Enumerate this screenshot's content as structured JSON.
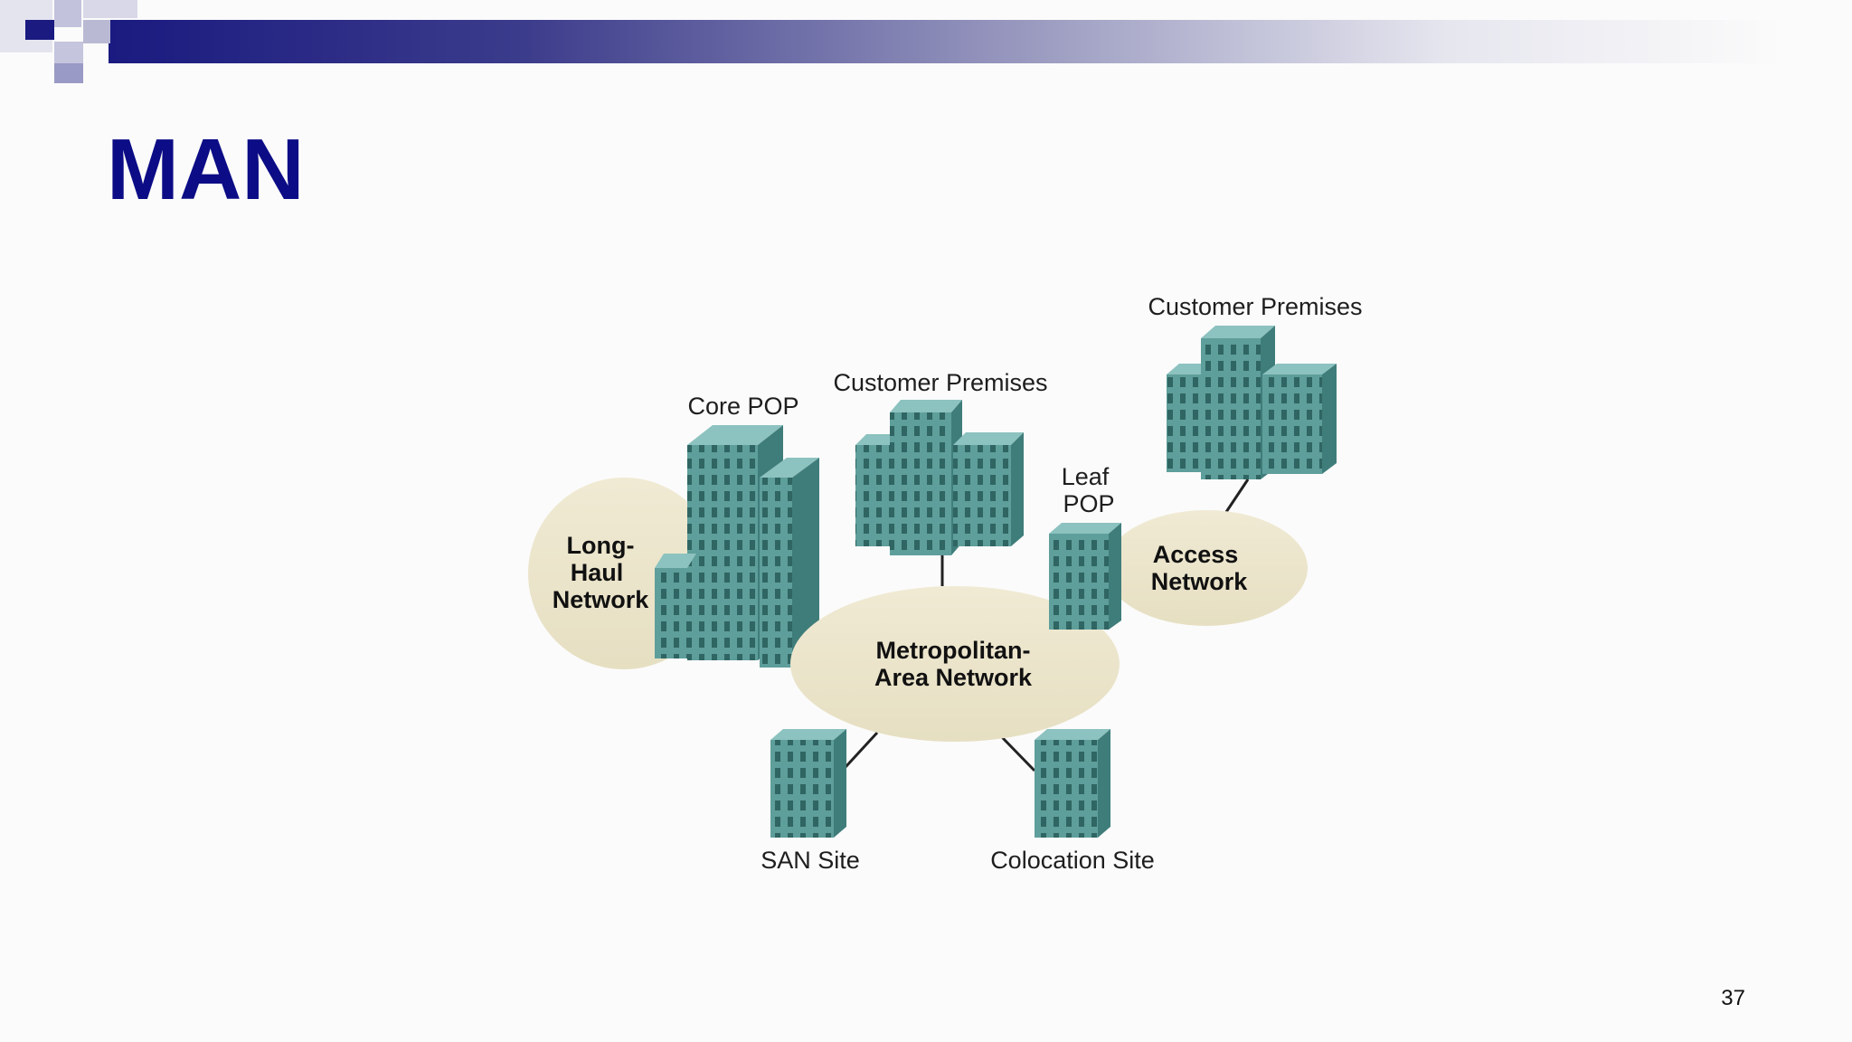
{
  "slide": {
    "title": "MAN",
    "page_number": "37"
  },
  "diagram": {
    "networks": {
      "long_haul": [
        "Long-",
        "Haul",
        "Network"
      ],
      "metro": [
        "Metropolitan-",
        "Area Network"
      ],
      "access": [
        "Access",
        "Network"
      ]
    },
    "sites": {
      "core_pop": "Core POP",
      "customer_premises_center": "Customer Premises",
      "customer_premises_right": "Customer Premises",
      "leaf_pop": [
        "Leaf",
        "POP"
      ],
      "san_site": "SAN Site",
      "colocation_site": "Colocation Site"
    }
  },
  "colors": {
    "title": "#0c0c86",
    "header_dark": "#1a1a80",
    "cloud": "#ece6cf",
    "building_front": "#5e9e9b",
    "building_side": "#3f7d7a",
    "building_top": "#8cc2bf"
  }
}
